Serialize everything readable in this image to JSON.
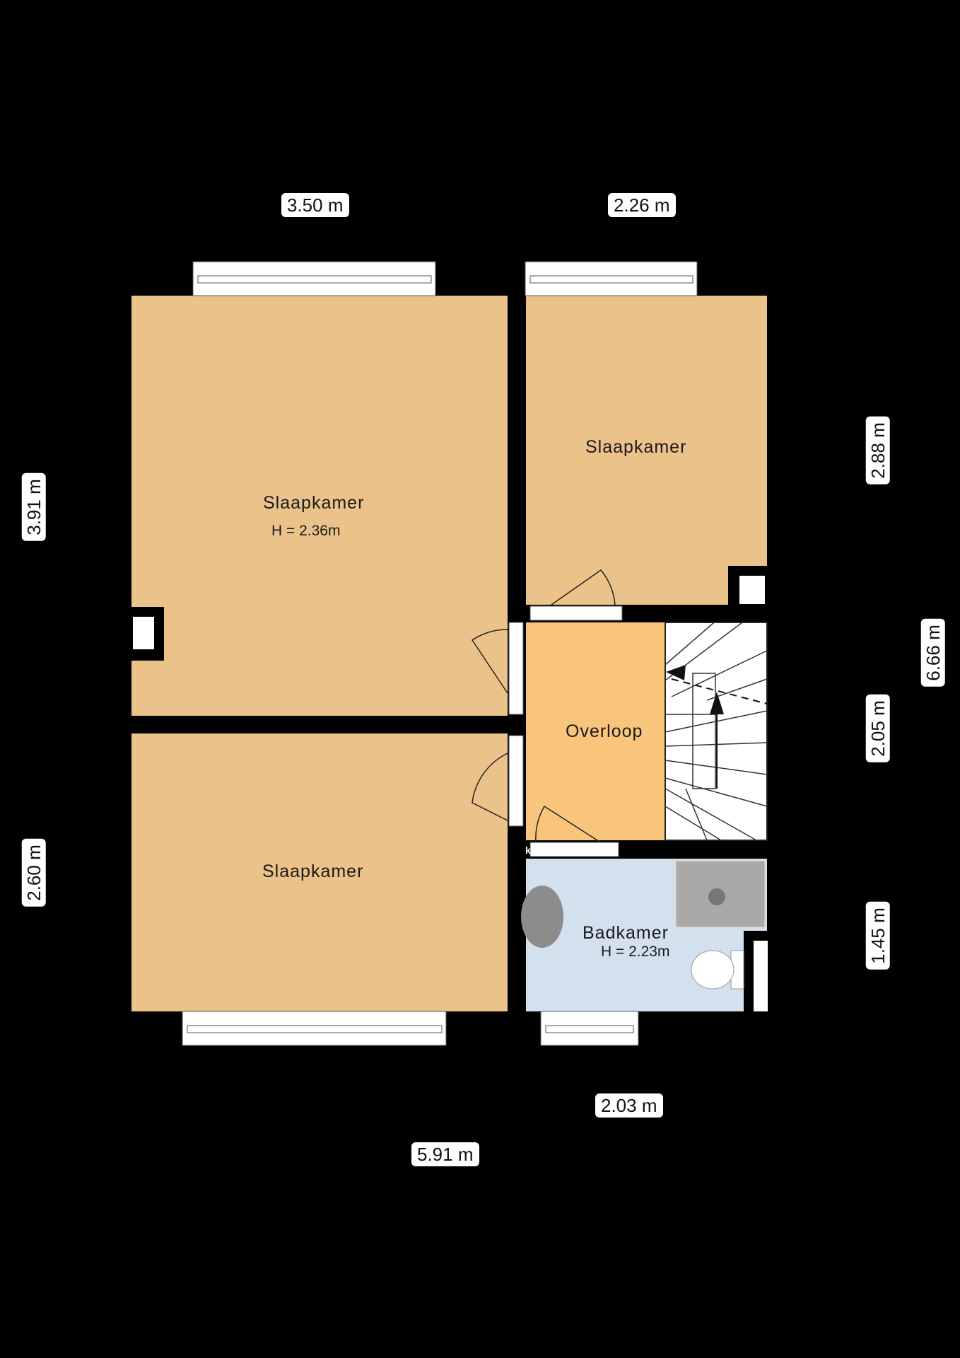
{
  "rooms": {
    "bedroom_large": {
      "name": "Slaapkamer",
      "height": "H = 2.36m"
    },
    "bedroom_small": {
      "name": "Slaapkamer"
    },
    "bedroom_bottom": {
      "name": "Slaapkamer"
    },
    "landing": {
      "name": "Overloop"
    },
    "bathroom": {
      "name": "Badkamer",
      "height": "H = 2.23m"
    }
  },
  "dimensions": {
    "top_left": "3.50 m",
    "top_right": "2.26 m",
    "left_upper": "3.91 m",
    "left_lower": "2.60 m",
    "right_upper": "2.88 m",
    "right_middle": "2.05 m",
    "right_lower": "1.45 m",
    "right_total": "6.66 m",
    "bottom_right": "2.03 m",
    "bottom_total": "5.91 m"
  },
  "small_mark": "kt",
  "colors": {
    "background": "#000000",
    "bedroom": "#EAC28A",
    "landing": "#F9C57C",
    "bathroom": "#D3E0EE",
    "shower": "#A9A9A9",
    "window": "#FFFFFF"
  }
}
